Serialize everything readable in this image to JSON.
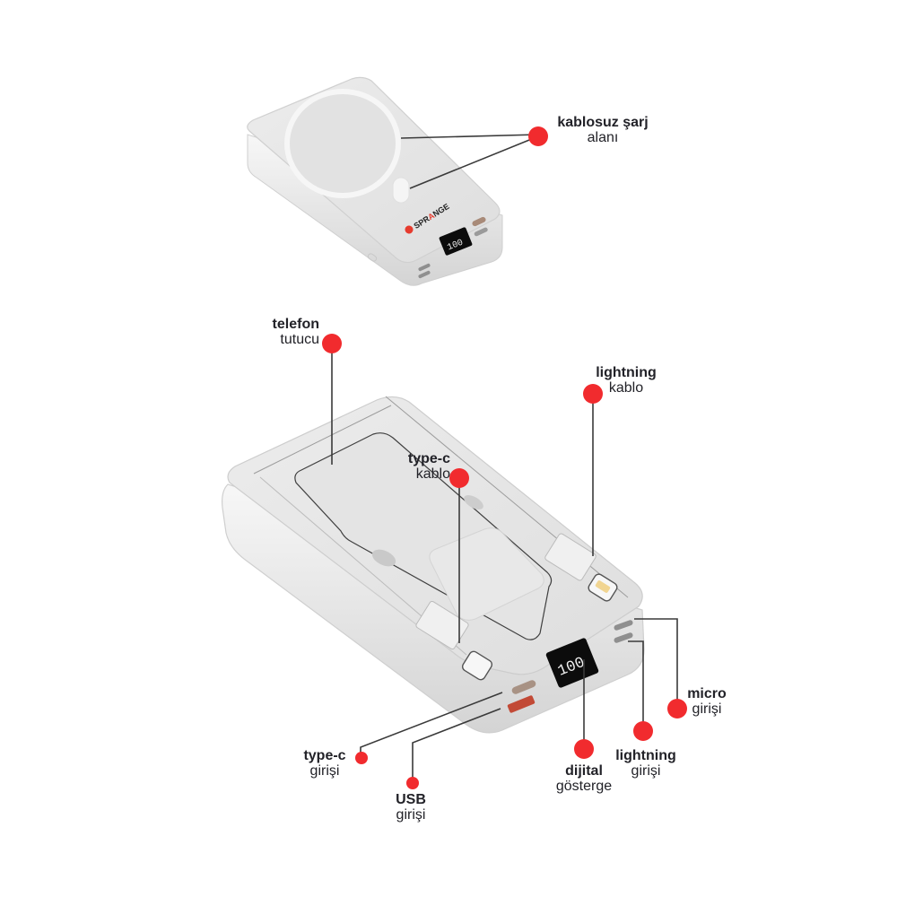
{
  "colors": {
    "accent_dot": "#f12b2e",
    "leader_line": "#3a3a3a",
    "label_text": "#222228",
    "device_body": "#e9e9e9",
    "display_bg": "#0c0c0c"
  },
  "top_device": {
    "brand": "SPRANGE",
    "display_value": "100",
    "callouts": [
      {
        "id": "wireless",
        "bold": "kablosuz şarj",
        "normal": "alanı"
      }
    ]
  },
  "bottom_device": {
    "display_value": "100",
    "callouts": [
      {
        "id": "phone-holder",
        "bold": "telefon",
        "normal": "tutucu"
      },
      {
        "id": "type-c-cable",
        "bold": "type-c",
        "normal": "kablo"
      },
      {
        "id": "lightning-cable",
        "bold": "lightning",
        "normal": "kablo"
      },
      {
        "id": "micro-input",
        "bold": "micro",
        "normal": "girişi"
      },
      {
        "id": "lightning-input",
        "bold": "lightning",
        "normal": "girişi"
      },
      {
        "id": "digital-display",
        "bold": "dijital",
        "normal": "gösterge"
      },
      {
        "id": "type-c-input",
        "bold": "type-c",
        "normal": "girişi"
      },
      {
        "id": "usb-input",
        "bold": "USB",
        "normal": "girişi"
      }
    ]
  }
}
